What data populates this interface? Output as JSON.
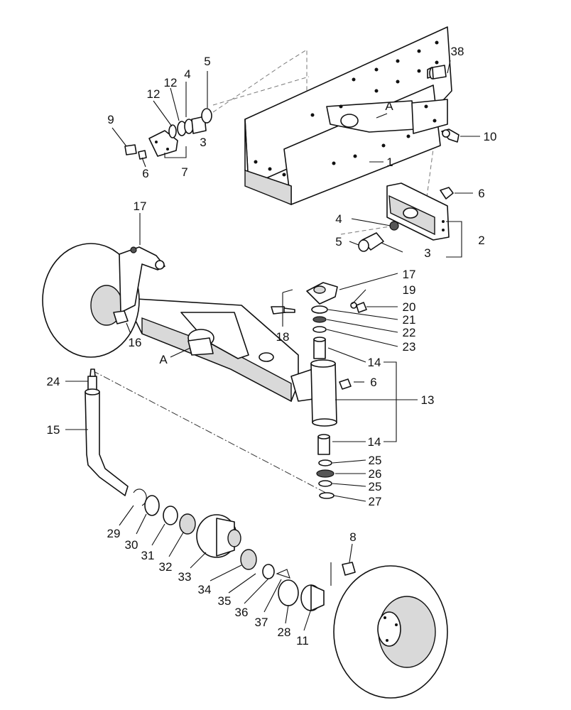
{
  "callouts": {
    "c1": "1",
    "c2": "2",
    "c3a": "3",
    "c3b": "3",
    "c4a": "4",
    "c4b": "4",
    "c5a": "5",
    "c5b": "5",
    "c6a": "6",
    "c6b": "6",
    "c6c": "6",
    "c7": "7",
    "c8": "8",
    "c9": "9",
    "c10": "10",
    "c11": "11",
    "c12a": "12",
    "c12b": "12",
    "c13": "13",
    "c14a": "14",
    "c14b": "14",
    "c15": "15",
    "c16": "16",
    "c17a": "17",
    "c17b": "17",
    "c18": "18",
    "c19": "19",
    "c20": "20",
    "c21": "21",
    "c22": "22",
    "c23": "23",
    "c24": "24",
    "c25a": "25",
    "c25b": "25",
    "c26": "26",
    "c27": "27",
    "c28": "28",
    "c29": "29",
    "c30": "30",
    "c31": "31",
    "c32": "32",
    "c33": "33",
    "c34": "34",
    "c35": "35",
    "c36": "36",
    "c37": "37",
    "c38": "38",
    "refA1": "A",
    "refA2": "A"
  }
}
